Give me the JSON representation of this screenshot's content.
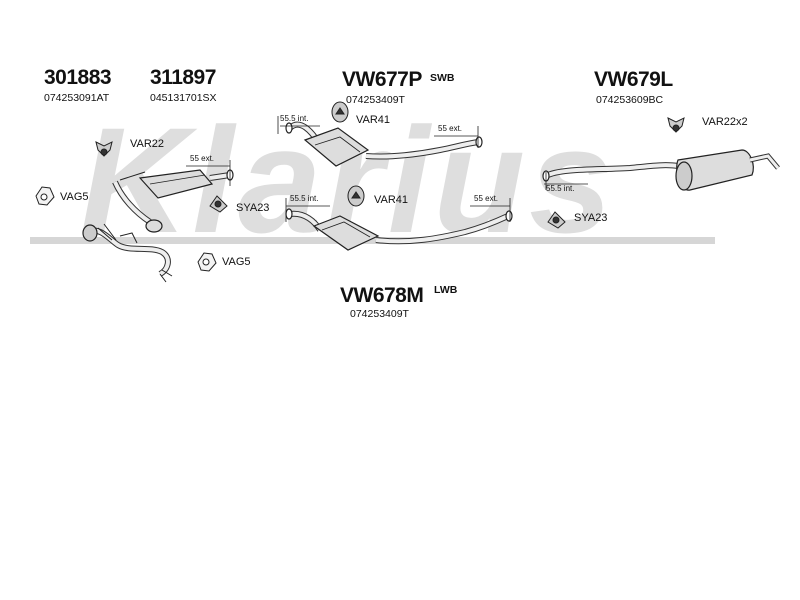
{
  "watermark": "Klarius",
  "parts": {
    "p301883": {
      "number": "301883",
      "code": "074253091AT"
    },
    "p311897": {
      "number": "311897",
      "code": "045131701SX"
    },
    "vw677p": {
      "number": "VW677P",
      "code": "074253409T",
      "tag": "SWB"
    },
    "vw679l": {
      "number": "VW679L",
      "code": "074253609BC"
    },
    "vw678m": {
      "number": "VW678M",
      "code": "074253409T",
      "tag": "LWB"
    }
  },
  "fittings": {
    "var22": "VAR22",
    "vag5_left": "VAG5",
    "vag5_bottom": "VAG5",
    "sya23_mid": "SYA23",
    "sya23_right": "SYA23",
    "var41_top": "VAR41",
    "var41_mid": "VAR41",
    "var22x2": "VAR22x2"
  },
  "dimensions": {
    "d55ext_cat": "55 ext.",
    "d555int_top": "55.5 int.",
    "d55ext_top": "55 ext.",
    "d555int_mid": "55.5 int.",
    "d55ext_mid": "55 ext.",
    "d555int_right": "55.5 int."
  }
}
